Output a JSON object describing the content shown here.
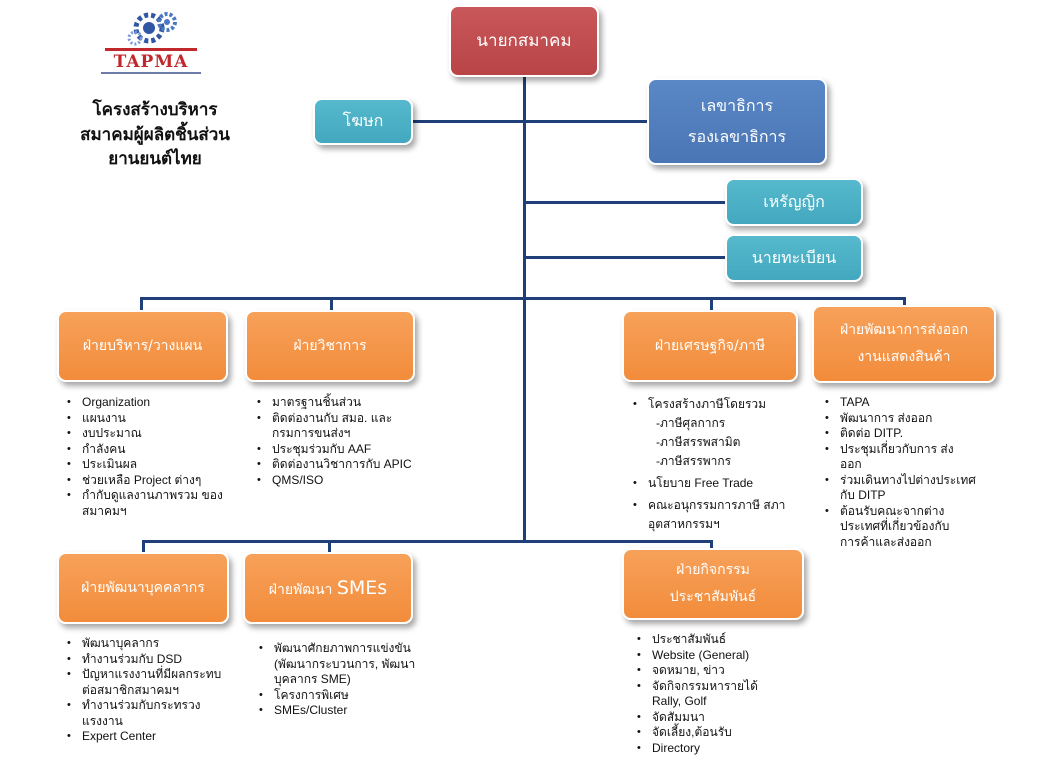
{
  "logo": {
    "name": "TAPMA"
  },
  "org_title": {
    "line1": "โครงสร้างบริหาร",
    "line2": "สมาคมผู้ผลิตชิ้นส่วน",
    "line3": "ยานยนต์ไทย"
  },
  "top": {
    "president": "นายกสมาคม",
    "spokesperson": "โฆษก",
    "secretary_line1": "เลขาธิการ",
    "secretary_line2": "รองเลขาธิการ",
    "treasurer": "เหรัญญิก",
    "registrar": "นายทะเบียน"
  },
  "departments": {
    "admin": {
      "title": "ฝ่ายบริหาร/วางแผน",
      "items": [
        "Organization",
        "แผนงาน",
        "งบประมาณ",
        "กำลังคน",
        "ประเมินผล",
        "ช่วยเหลือ Project ต่างๆ",
        "กำกับดูแลงานภาพรวม ของสมาคมฯ"
      ]
    },
    "academic": {
      "title": "ฝ่ายวิชาการ",
      "items": [
        "มาตรฐานชิ้นส่วน",
        "ติดต่องานกับ สมอ. และกรมการขนส่งฯ",
        "ประชุมร่วมกับ AAF",
        "ติดต่องานวิชาการกับ APIC",
        "QMS/ISO"
      ]
    },
    "economy": {
      "title": "ฝ่ายเศรษฐกิจ/ภาษี",
      "item1": "โครงสร้างภาษีโดยรวม",
      "sub1": "-ภาษีศุลกากร",
      "sub2": "-ภาษีสรรพสามิต",
      "sub3": "-ภาษีสรรพากร",
      "item2": "นโยบาย Free Trade",
      "item3": "คณะอนุกรรมการภาษี สภาอุตสาหกรรมฯ"
    },
    "export": {
      "title_line1": "ฝ่ายพัฒนาการส่งออก",
      "title_line2": "งานแสดงสินค้า",
      "items": [
        "TAPA",
        "พัฒนาการ  ส่งออก",
        "ติดต่อ DITP.",
        "ประชุมเกี่ยวกับการ ส่งออก",
        "ร่วมเดินทางไปต่างประเทศ กับ DITP",
        "ต้อนรับคณะจากต่าง ประเทศที่เกี่ยวข้องกับ การค้าและส่งออก"
      ]
    },
    "hr": {
      "title": "ฝ่ายพัฒนาบุคคลากร",
      "items": [
        "พัฒนาบุคลากร",
        "ทำงานร่วมกับ DSD",
        "ปัญหาแรงงานที่มีผลกระทบ ต่อสมาชิกสมาคมฯ",
        "ทำงานร่วมกับกระทรวง แรงงาน",
        "Expert Center"
      ]
    },
    "smes": {
      "title_prefix": "ฝ่ายพัฒนา ",
      "title_sme": "SMEs",
      "items": [
        "พัฒนาศักยภาพการแข่งขัน (พัฒนากระบวนการ, พัฒนา บุคลากร SME)",
        "โครงการพิเศษ",
        "SMEs/Cluster"
      ]
    },
    "activities": {
      "title_line1": "ฝ่ายกิจกรรม",
      "title_line2": "ประชาสัมพันธ์",
      "items": [
        "ประชาสัมพันธ์",
        "Website (General)",
        "จดหมาย, ข่าว",
        "จัดกิจกรรมหารายได้ Rally, Golf",
        "จัดสัมมนา",
        "จัดเลี้ยง,ต้อนรับ",
        "Directory"
      ]
    }
  },
  "colors": {
    "president": "#c0504d",
    "secretary": "#4f81bd",
    "officer": "#4bacc6",
    "department": "#f79646",
    "line": "#1f3f78"
  }
}
